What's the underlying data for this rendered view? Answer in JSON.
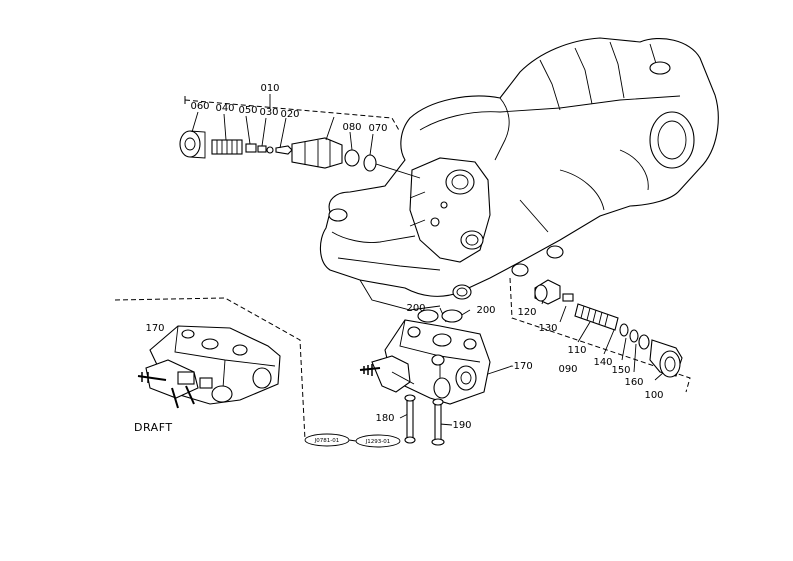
{
  "caption": "DRAFT",
  "callouts": {
    "c010": "010",
    "c060": "060",
    "c040": "040",
    "c050": "050",
    "c030": "030",
    "c020": "020",
    "c080": "080",
    "c070": "070",
    "c200a": "200",
    "c200b": "200",
    "c120": "120",
    "c130": "130",
    "c110": "110",
    "c140": "140",
    "c150": "150",
    "c160": "160",
    "c090": "090",
    "c100": "100",
    "c170a": "170",
    "c170b": "-170",
    "c180": "180",
    "c190": "190"
  },
  "stamps": {
    "s1": "J0781-01",
    "s2": "J1293-01"
  }
}
